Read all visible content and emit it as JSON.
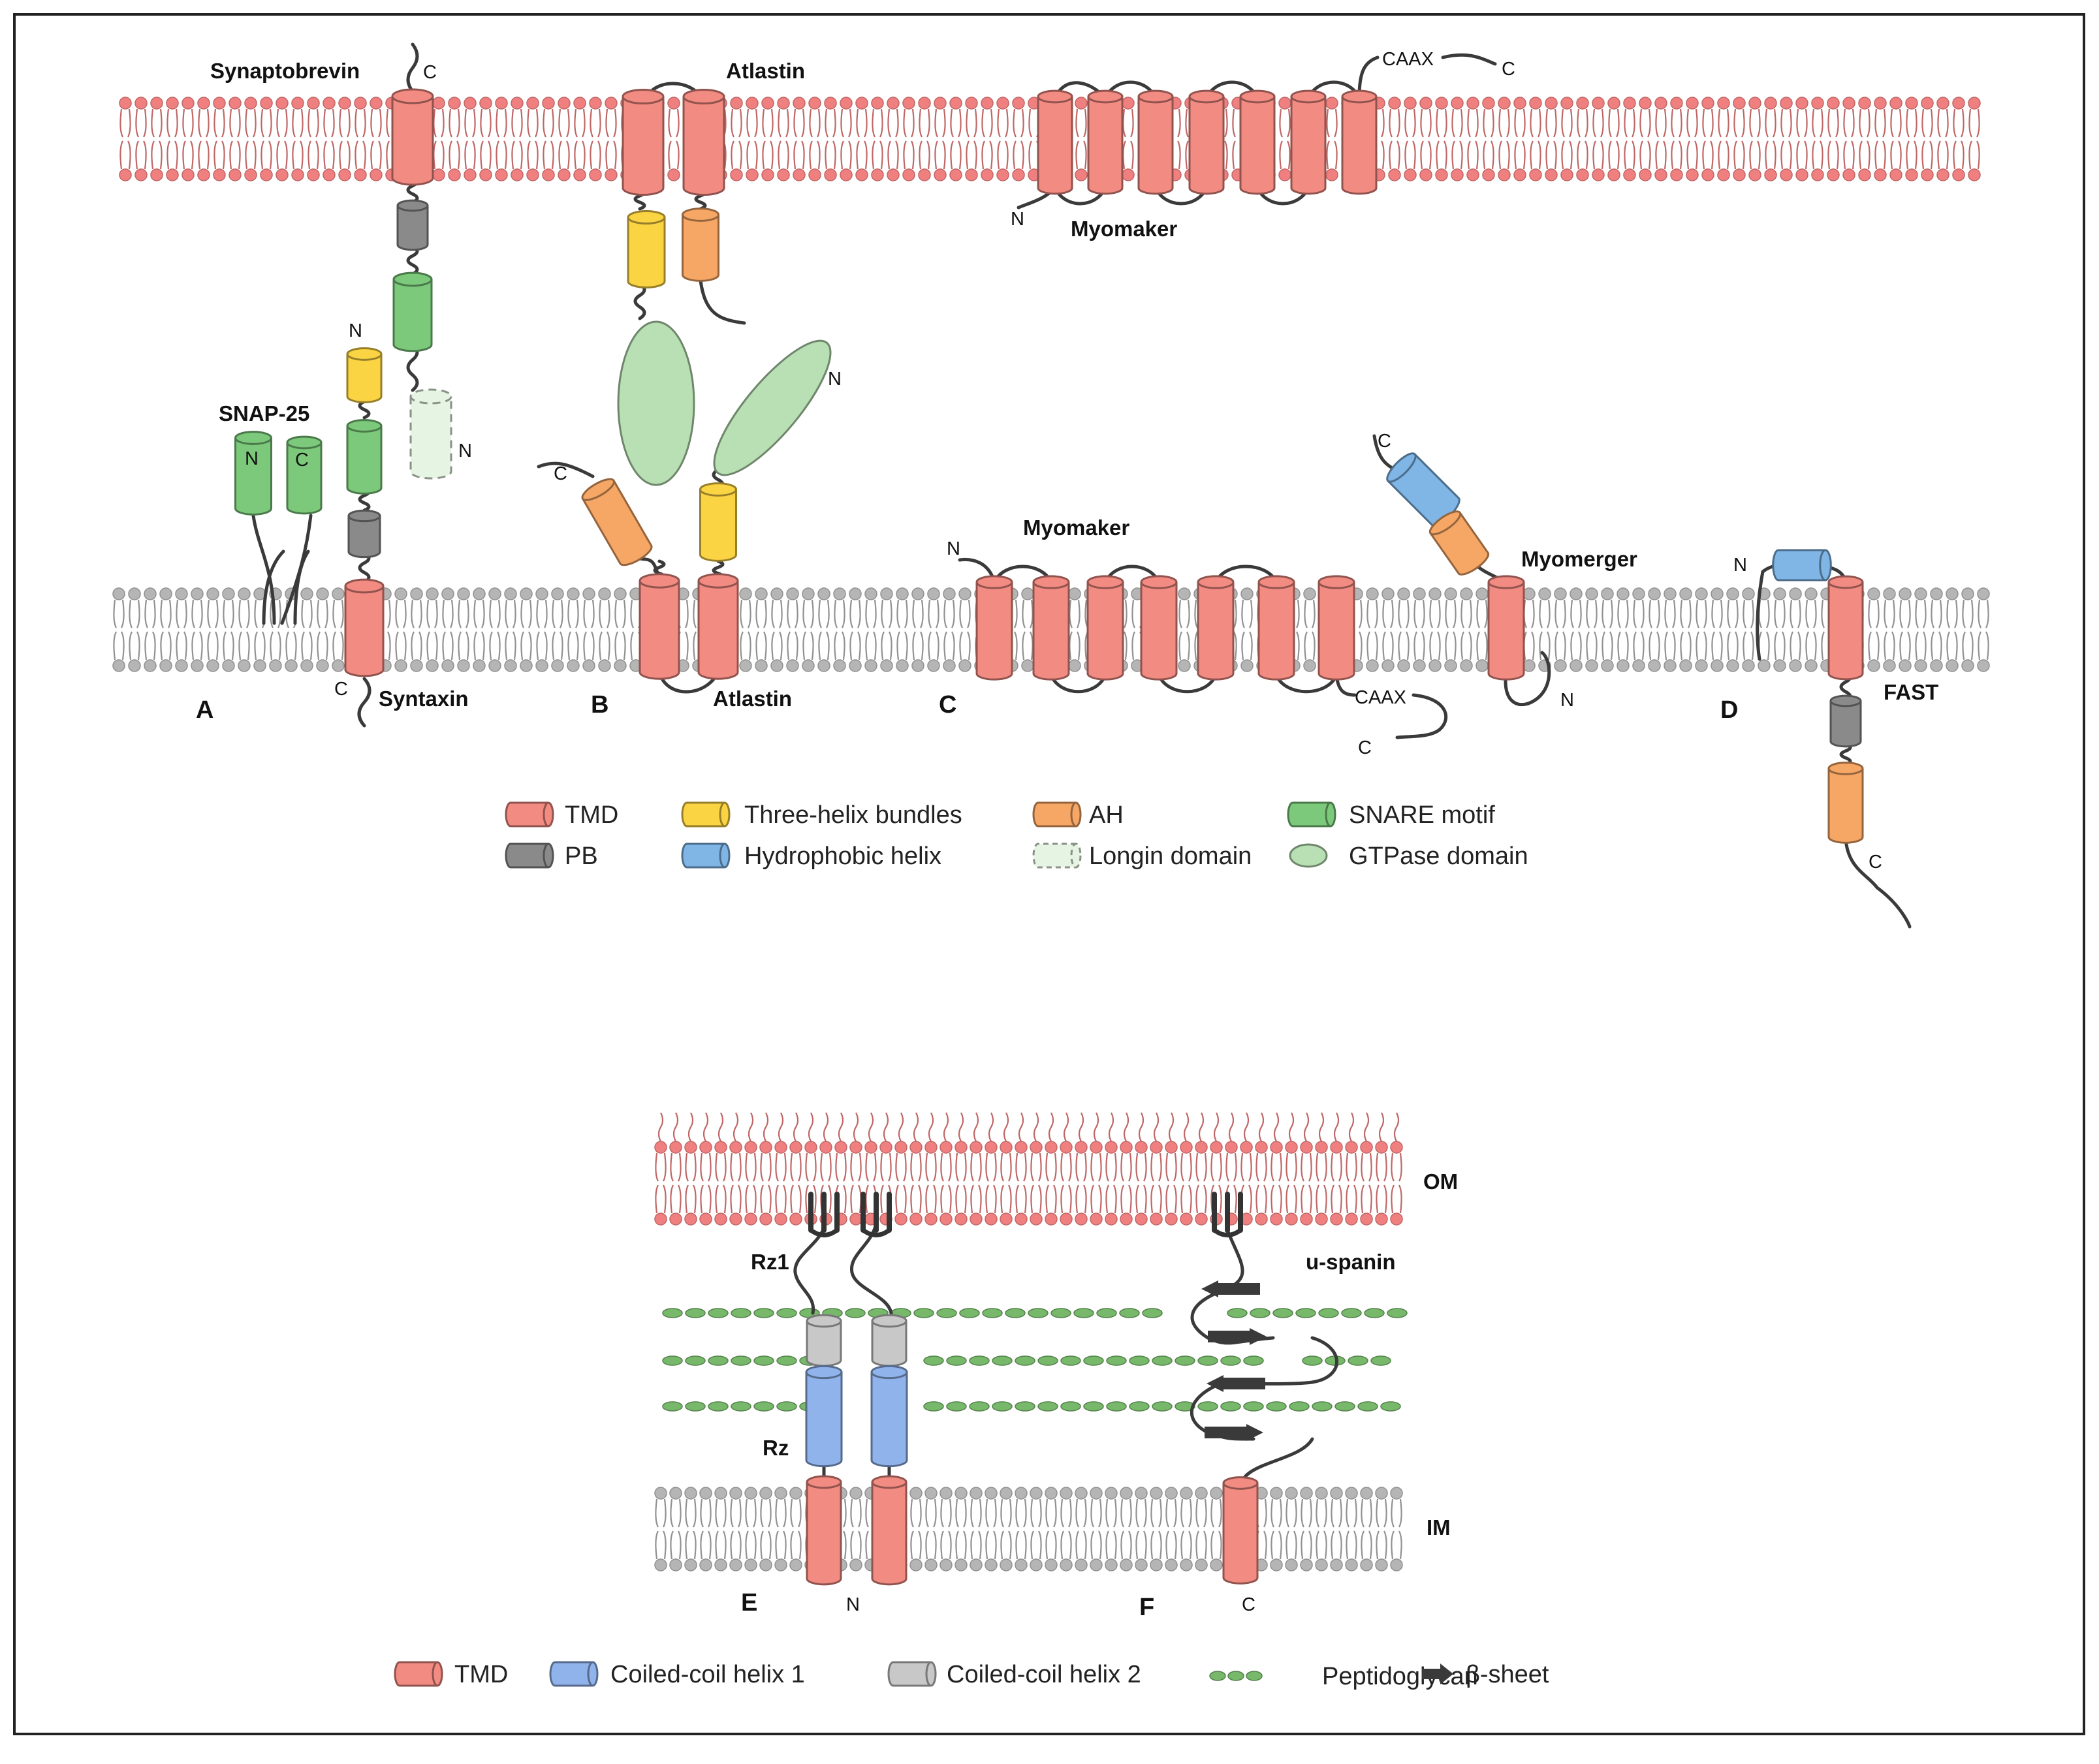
{
  "colors": {
    "tmd": "#f28b82",
    "pb": "#8a8a8a",
    "three_helix": "#fbd444",
    "ah": "#f6a766",
    "hydrophobic": "#7fb6e6",
    "snare": "#7cc97c",
    "longin": "#e6f4e3",
    "gtpase": "#b9e0b4",
    "coil1": "#8fb3ea",
    "coil2": "#c8c8c8",
    "peptidoglycan": "#77b86b",
    "beta_sheet": "#3a3a3a",
    "membrane_top": "#f08080",
    "membrane_bottom": "#b5b5b5"
  },
  "labels": {
    "synaptobrevin": "Synaptobrevin",
    "atlastin_top": "Atlastin",
    "atlastin_bottom": "Atlastin",
    "myomaker_top": "Myomaker",
    "myomaker_bottom": "Myomaker",
    "myomerger": "Myomerger",
    "fast": "FAST",
    "snap25": "SNAP-25",
    "syntaxin": "Syntaxin",
    "rz1": "Rz1",
    "rz": "Rz",
    "uspanin": "u-spanin",
    "om": "OM",
    "im": "IM",
    "caax_top": "CAAX",
    "caax_bottom": "CAAX",
    "n": "N",
    "c": "C"
  },
  "panels": [
    "A",
    "B",
    "C",
    "D",
    "E",
    "F"
  ],
  "legend_top": [
    {
      "key": "tmd",
      "label": "TMD"
    },
    {
      "key": "pb",
      "label": "PB"
    },
    {
      "key": "three_helix",
      "label": "Three-helix bundles"
    },
    {
      "key": "hydrophobic",
      "label": "Hydrophobic helix"
    },
    {
      "key": "ah",
      "label": "AH"
    },
    {
      "key": "longin",
      "label": "Longin domain"
    },
    {
      "key": "snare",
      "label": "SNARE motif"
    },
    {
      "key": "gtpase",
      "label": "GTPase domain"
    }
  ],
  "legend_bottom": [
    {
      "key": "tmd",
      "label": "TMD"
    },
    {
      "key": "coil1",
      "label": "Coiled-coil helix 1"
    },
    {
      "key": "coil2",
      "label": "Coiled-coil helix 2"
    },
    {
      "key": "peptidoglycan",
      "label": "Peptidoglycan"
    },
    {
      "key": "beta_sheet",
      "label": "β-sheet"
    }
  ]
}
